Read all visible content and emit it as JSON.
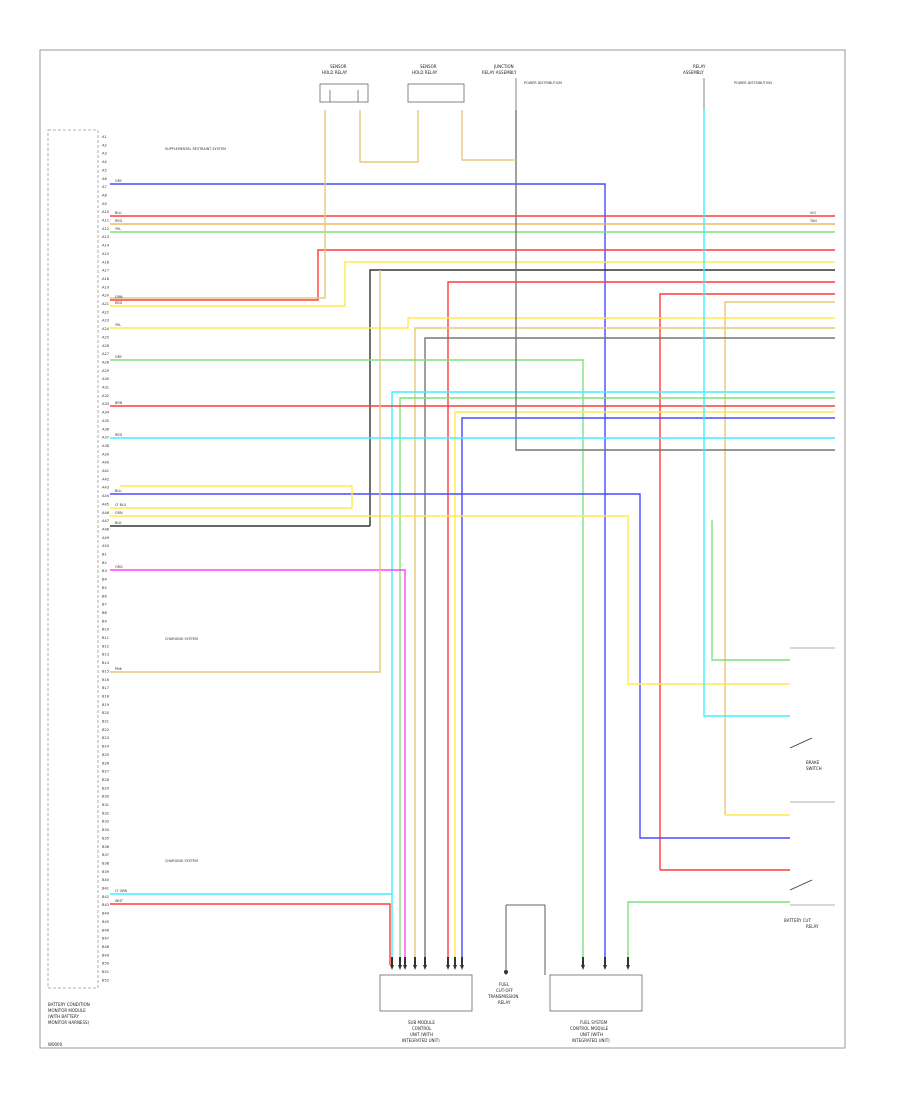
{
  "footer_code": "W0000",
  "components": {
    "main_module": [
      "BATTERY CONDITION",
      "MONITOR MODULE",
      "(WITH BATTERY",
      "MONITOR HARNESS)"
    ],
    "top_sensor_a": [
      "SENSOR",
      "HOLD RELAY"
    ],
    "top_sensor_b": [
      "SENSOR",
      "HOLD RELAY"
    ],
    "top_junction_c": [
      "JUNCTION",
      "RELAY ASSEMBLY"
    ],
    "top_relay_d": [
      "RELAY",
      "ASSEMBLY"
    ],
    "bottom_module_left": [
      "SUB MODULE",
      "CONTROL",
      "UNIT (WITH",
      "INTEGRATED UNIT)"
    ],
    "bottom_center": [
      "FUEL",
      "CUT-OFF",
      "TRANSMISSION",
      "RELAY"
    ],
    "bottom_module_right": [
      "FUEL SYSTEM",
      "CONTROL MODULE",
      "UNIT (WITH",
      "INTEGRATED UNIT)"
    ],
    "right_switch_a": [
      "BRAKE",
      "SWITCH"
    ],
    "right_switch_b": [
      "BATTERY CUT",
      "RELAY"
    ]
  },
  "notes": {
    "n1": "SUPPLEMENTAL RESTRAINT SYSTEM",
    "n2": "CHARGING SYSTEM",
    "n3": "CHARGING SYSTEM",
    "n4": "POWER DISTRIBUTION",
    "n5": "POWER DISTRIBUTION"
  },
  "pins": [
    "A1",
    "A2",
    "A3",
    "A4",
    "A5",
    "A6",
    "A7",
    "A8",
    "A9",
    "A10",
    "A11",
    "A12",
    "A13",
    "A14",
    "A15",
    "A16",
    "A17",
    "A18",
    "A19",
    "A20",
    "A21",
    "A22",
    "A23",
    "A24",
    "A25",
    "A26",
    "A27",
    "A28",
    "A29",
    "A30",
    "A31",
    "A32",
    "A33",
    "A34",
    "A35",
    "A36",
    "A37",
    "A38",
    "A39",
    "A40",
    "A41",
    "A42",
    "A43",
    "A44",
    "A45",
    "A46",
    "A47",
    "A48",
    "A49",
    "A50",
    "B1",
    "B2",
    "B3",
    "B4",
    "B5",
    "B6",
    "B7",
    "B8",
    "B9",
    "B10",
    "B11",
    "B12",
    "B13",
    "B14",
    "B15",
    "B16",
    "B17",
    "B18",
    "B19",
    "B20",
    "B21",
    "B22",
    "B23",
    "B24",
    "B25",
    "B26",
    "B27",
    "B28",
    "B29",
    "B30",
    "B31",
    "B32",
    "B33",
    "B34",
    "B35",
    "B36",
    "B37",
    "B38",
    "B39",
    "B40",
    "B41",
    "B42",
    "B43",
    "B44",
    "B45",
    "B46",
    "B47",
    "B48",
    "B49",
    "B50",
    "B51",
    "B52"
  ],
  "wire_codes": {
    "w1": "GRY",
    "w2": "BLU",
    "w3": "RED",
    "w4": "YEL",
    "w5": "GRN",
    "w6": "RED",
    "w7": "YEL",
    "w8": "GRY",
    "w9": "BRN",
    "w10": "RED",
    "w11": "BLU",
    "w12": "LT BLU",
    "w13": "GRN",
    "w14": "BLK",
    "w15": "ORG",
    "w16": "PNK",
    "w17": "LT GRN",
    "w18": "WHT",
    "w19": "VIO",
    "w20": "TAN"
  },
  "colors": {
    "red": "#ff3b3b",
    "yellow": "#ffe94a",
    "green": "#7fe07f",
    "blue": "#4a4aff",
    "lightblue": "#3ff0ff",
    "magenta": "#ff44ff",
    "gray": "#777777",
    "tan": "#e8c77a",
    "orange": "#f5b75a",
    "black": "#333333"
  }
}
